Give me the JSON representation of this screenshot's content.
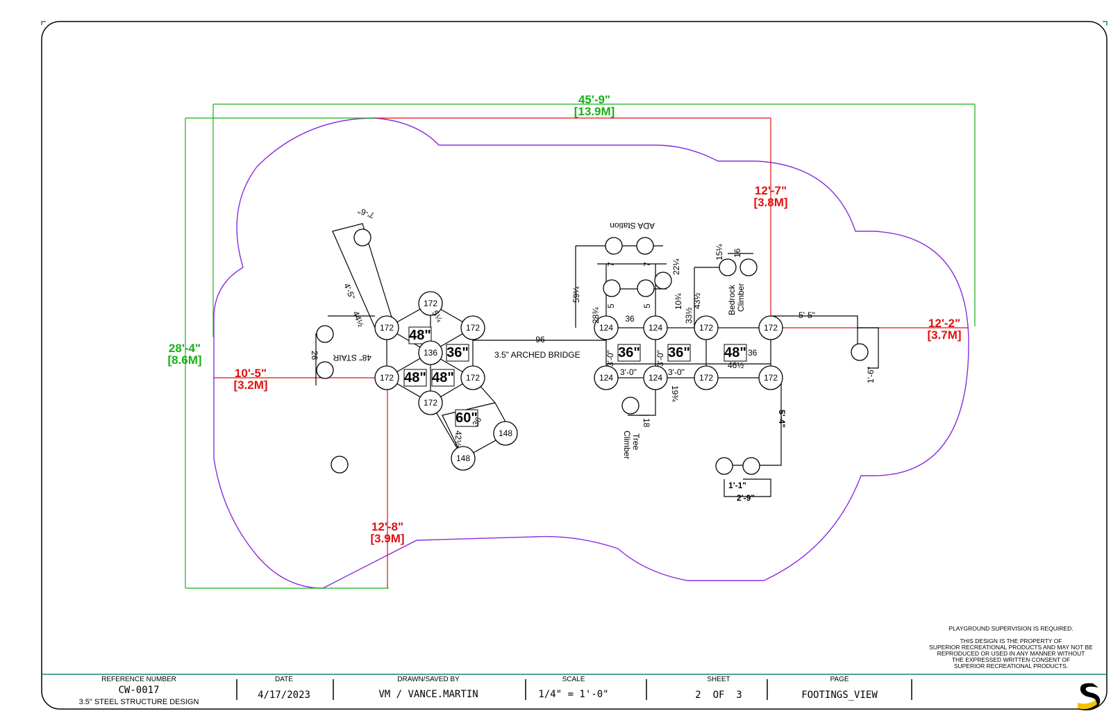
{
  "colors": {
    "outline": "#8a2be2",
    "dim_green": "#16b016",
    "dim_red": "#e01010",
    "frame": "#1a8070",
    "logo_yellow": "#f2c200"
  },
  "dimensions": {
    "overall_width": "45'-9\"",
    "overall_width_m": "[13.9M]",
    "overall_depth": "28'-4\"",
    "overall_depth_m": "[8.6M]",
    "left_offset": "10'-5\"",
    "left_offset_m": "[3.2M]",
    "bottom_offset": "12'-8\"",
    "bottom_offset_m": "[3.9M]",
    "top_offset": "12'-7\"",
    "top_offset_m": "[3.8M]",
    "right_offset": "12'-2\"",
    "right_offset_m": "[3.7M]"
  },
  "posts": [
    {
      "label": "172"
    },
    {
      "label": "172"
    },
    {
      "label": "172"
    },
    {
      "label": "136"
    },
    {
      "label": "172"
    },
    {
      "label": "172"
    },
    {
      "label": "172"
    },
    {
      "label": "148"
    },
    {
      "label": "148"
    },
    {
      "label": "124"
    },
    {
      "label": "124"
    },
    {
      "label": "124"
    },
    {
      "label": "124"
    },
    {
      "label": "172"
    },
    {
      "label": "172"
    },
    {
      "label": "172"
    },
    {
      "label": "172"
    }
  ],
  "footing_sizes": [
    "48\"",
    "36\"",
    "48\"",
    "48\"",
    "60\"",
    "36\"",
    "36\"",
    "48\""
  ],
  "small_dims": [
    "7'-6\"",
    "4'-5\"",
    "44½",
    "26",
    "5¼",
    "96",
    "59¼",
    "28¾",
    "7",
    "7",
    "5",
    "5",
    "36",
    "22¼",
    "10¾",
    "33½",
    "43½",
    "15¼",
    "16",
    "3'-0\"",
    "3'-0\"",
    "3'-0\"",
    "3'-0\"",
    "19¾",
    "18",
    "36",
    "46½",
    "5'-5\"",
    "1'-6\"",
    "5'-4\"",
    "1'-1\"",
    "2'-9\"",
    "36",
    "42½"
  ],
  "labels": {
    "stair": "48\" STAIR",
    "bridge": "3.5\" ARCHED BRIDGE",
    "ada": "ADA Station",
    "bedrock": "Bedrock",
    "climber": "Climber",
    "tree": "Tree",
    "tree_climber": "Climber"
  },
  "notes": {
    "supervision": "PLAYGROUND SUPERVISION IS REQUIRED.",
    "property": [
      "THIS DESIGN IS THE PROPERTY OF",
      "SUPERIOR RECREATIONAL PRODUCTS AND MAY NOT BE",
      "REPRODUCED OR USED IN ANY MANNER WITHOUT",
      "THE EXPRESSED WRITTEN CONSENT OF",
      "SUPERIOR RECREATIONAL PRODUCTS."
    ]
  },
  "title_block": {
    "reference_label": "REFERENCE NUMBER",
    "reference_value": "CW-0017",
    "reference_desc": "3.5\" STEEL STRUCTURE DESIGN",
    "date_label": "DATE",
    "date_value": "4/17/2023",
    "drawn_label": "DRAWN/SAVED BY",
    "drawn_value": "VM / VANCE.MARTIN",
    "scale_label": "SCALE",
    "scale_value": "1/4\" = 1'-0\"",
    "sheet_label": "SHEET",
    "sheet_value": "2  OF  3",
    "page_label": "PAGE",
    "page_value": "FOOTINGS_VIEW"
  },
  "logo": {
    "icon": "superior-s-logo-icon"
  }
}
